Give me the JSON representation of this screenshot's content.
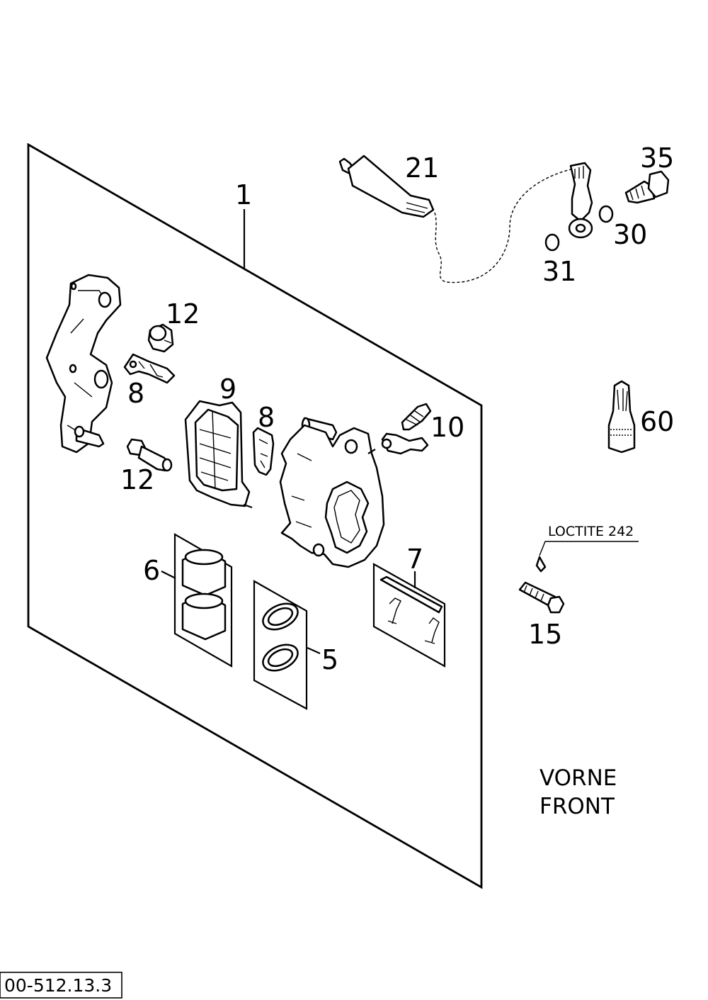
{
  "diagram": {
    "callouts": {
      "c1": "1",
      "c21": "21",
      "c35": "35",
      "c30": "30",
      "c31": "31",
      "c12a": "12",
      "c8a": "8",
      "c9": "9",
      "c8b": "8",
      "c10": "10",
      "c12b": "12",
      "c60": "60",
      "c6": "6",
      "c7": "7",
      "c5": "5",
      "c15": "15"
    },
    "loctite_label": "LOCTITE 242",
    "caption_line1": "VORNE",
    "caption_line2": "FRONT",
    "drawing_code": "00-512.13.3"
  }
}
